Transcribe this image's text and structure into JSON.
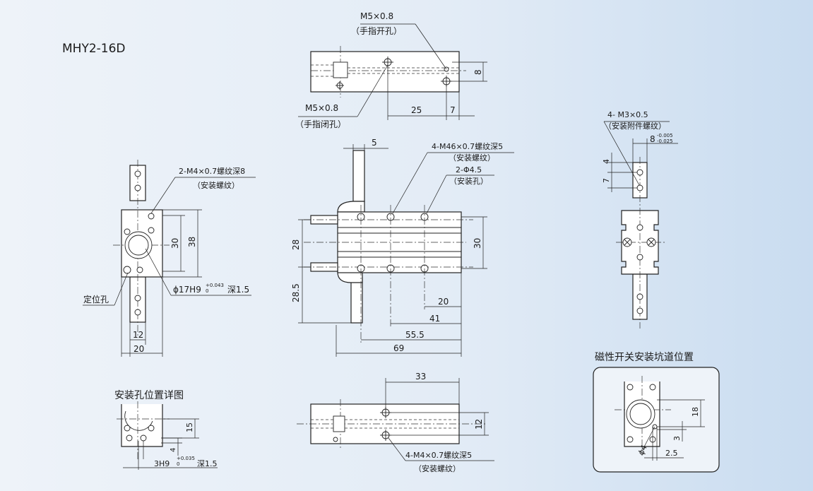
{
  "model": "MHY2-16D",
  "top_view": {
    "open_hole_thread": "M5×0.8",
    "open_hole_note": "（手指开孔）",
    "close_hole_thread": "M5×0.8",
    "close_hole_note": "（手指闭孔）",
    "dim_8": "8",
    "dim_25": "25",
    "dim_7": "7"
  },
  "left_view": {
    "thread_spec": "2-M4×0.7螺纹深8",
    "thread_note": "（安装螺纹）",
    "dim_30": "30",
    "dim_38": "38",
    "bore_spec": "ϕ17H9",
    "bore_tol_upper": "+0.043",
    "bore_tol_lower": "0",
    "bore_depth": "深1.5",
    "locating_hole": "定位孔",
    "dim_12": "12",
    "dim_20": "20"
  },
  "front_view": {
    "dim_5": "5",
    "thread_spec": "4-M46×0.7螺纹深5",
    "thread_note": "（安装螺纹）",
    "hole_spec": "2-Φ4.5",
    "hole_note": "（安装孔）",
    "dim_28": "28",
    "dim_28_5": "28.5",
    "dim_30": "30",
    "dim_20": "20",
    "dim_41": "41",
    "dim_55_5": "55.5",
    "dim_69": "69"
  },
  "right_view": {
    "thread_spec": "4- M3×0.5",
    "thread_note": "（安装附件螺纹）",
    "dim_8": "8",
    "dim_8_tol_upper": "-0.005",
    "dim_8_tol_lower": "-0.025",
    "dim_4": "4",
    "dim_7": "7"
  },
  "detail_mount": {
    "title": "安装孔位置详图",
    "dim_15": "15",
    "dim_4": "4",
    "hole_spec": "3H9",
    "hole_tol_upper": "+0.035",
    "hole_tol_lower": "0",
    "hole_depth": "深1.5"
  },
  "bottom_view": {
    "dim_33": "33",
    "dim_12": "12",
    "thread_spec": "4-M4×0.7螺纹深5",
    "thread_note": "（安装螺纹）"
  },
  "switch_groove": {
    "title": "磁性开关安装坑道位置",
    "dim_18": "18",
    "dim_3": "3",
    "dim_phi4": "ϕ4",
    "dim_2_5": "2.5"
  }
}
